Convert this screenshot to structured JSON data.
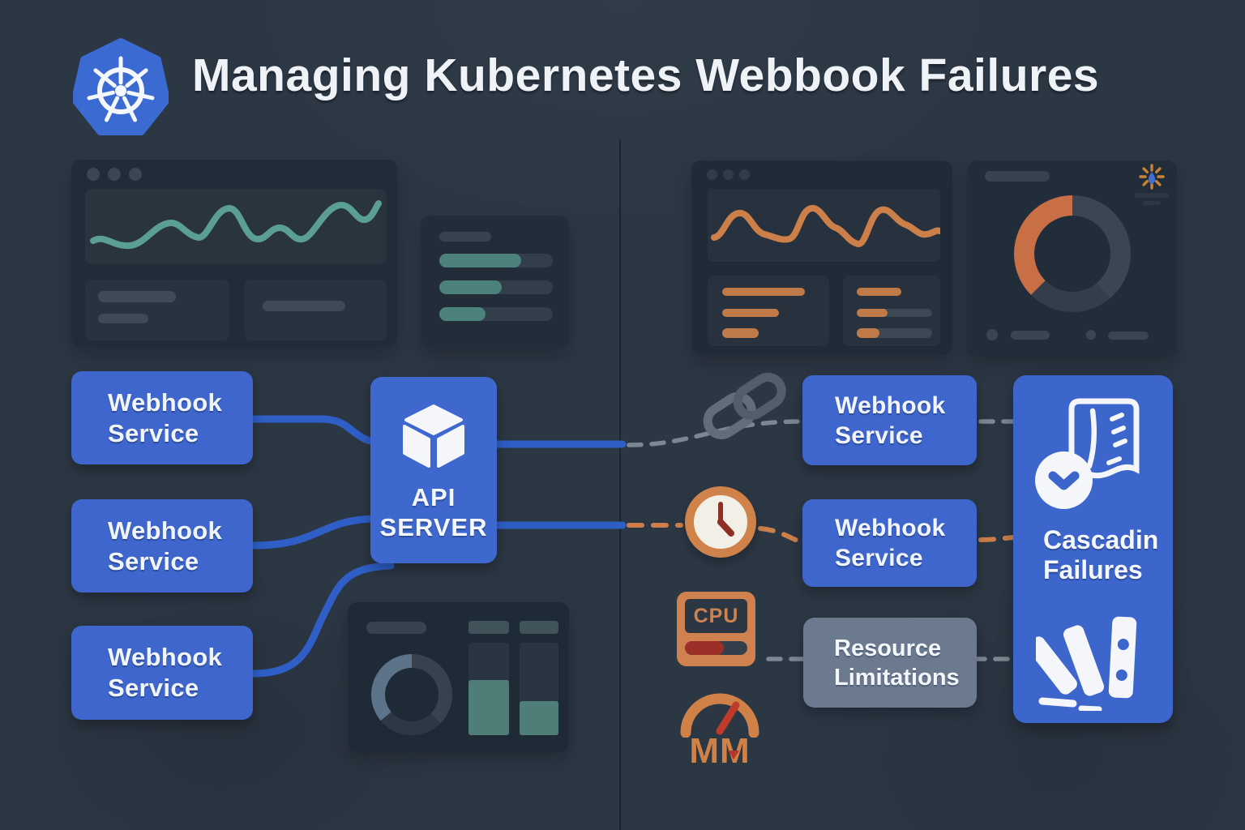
{
  "header": {
    "title": "Managing Kubernetes Webbook Failures"
  },
  "left": {
    "webhooks": [
      {
        "line1": "Webhook",
        "line2": "Service"
      },
      {
        "line1": "Webhook",
        "line2": "Service"
      },
      {
        "line1": "Webhook",
        "line2": "Service"
      }
    ],
    "api_server": {
      "line1": "API",
      "line2": "SERVER"
    }
  },
  "right": {
    "webhooks": [
      {
        "line1": "Webhook",
        "line2": "Service"
      },
      {
        "line1": "Webhook",
        "line2": "Service"
      }
    ],
    "resource": {
      "line1": "Resource",
      "line2": "Limitations"
    },
    "cascading": {
      "line1": "Cascadin",
      "line2": "Failures"
    },
    "cpu_label": "CPU",
    "gauge_label": "MM"
  },
  "colors": {
    "background": "#2c3744",
    "node_blue": "#3e66cc",
    "accent_teal": "#5b9e95",
    "accent_orange": "#cd7f4a",
    "alert_red": "#9c2f28",
    "panel_dark": "#202b38",
    "resource_gray": "#6b7a8f",
    "text_light": "#f1f5fa"
  }
}
